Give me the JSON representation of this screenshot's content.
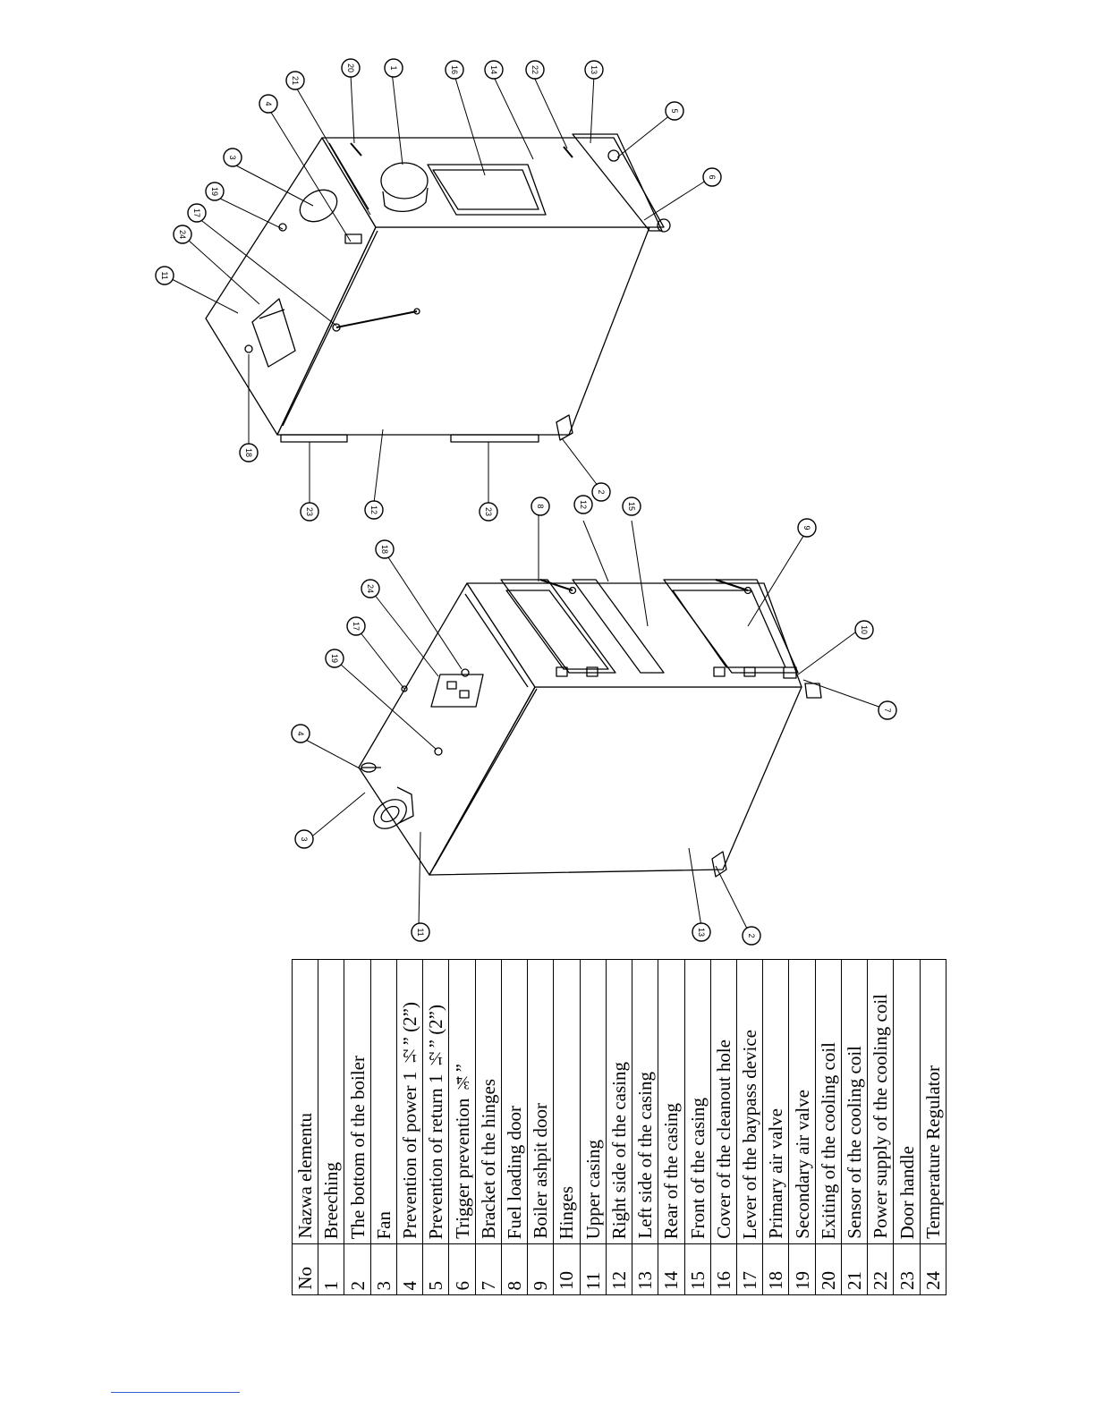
{
  "parts_table": {
    "header": {
      "no": "No",
      "name": "Nazwa elementu"
    },
    "rows": [
      {
        "no": "1",
        "name": "Breeching"
      },
      {
        "no": "2",
        "name": "The bottom of the boiler"
      },
      {
        "no": "3",
        "name": "Fan"
      },
      {
        "no": "4",
        "name": "Prevention of power 1 ½” (2”)"
      },
      {
        "no": "5",
        "name": "Prevention of return 1 ½” (2”)"
      },
      {
        "no": "6",
        "name": "Trigger prevention ¾”"
      },
      {
        "no": "7",
        "name": "Bracket  of the hinges"
      },
      {
        "no": "8",
        "name": "Fuel loading door"
      },
      {
        "no": "9",
        "name": "Boiler ashpit door"
      },
      {
        "no": "10",
        "name": "Hinges"
      },
      {
        "no": "11",
        "name": "Upper  casing"
      },
      {
        "no": "12",
        "name": "Right side of the casing"
      },
      {
        "no": "13",
        "name": "Left side of the casing"
      },
      {
        "no": "14",
        "name": "Rear of the casing"
      },
      {
        "no": "15",
        "name": "Front of the casing"
      },
      {
        "no": "16",
        "name": "Cover of the cleanout hole"
      },
      {
        "no": "17",
        "name": "Lever of the baypass device"
      },
      {
        "no": "18",
        "name": "Primary air valve"
      },
      {
        "no": "19",
        "name": "Secondary air valve"
      },
      {
        "no": "20",
        "name": "Exiting of the cooling coil"
      },
      {
        "no": "21",
        "name": "Sensor of the cooling coil"
      },
      {
        "no": "22",
        "name": "Power supply of the cooling coil"
      },
      {
        "no": "23",
        "name": "Door handle"
      },
      {
        "no": "24",
        "name": "Temperature Regulator"
      }
    ]
  },
  "front_view_callouts": [
    "11",
    "3",
    "4",
    "19",
    "17",
    "24",
    "18",
    "8",
    "12",
    "15",
    "9",
    "10",
    "7",
    "2",
    "13"
  ],
  "rear_view_callouts": [
    "18",
    "11",
    "24",
    "17",
    "19",
    "3",
    "4",
    "21",
    "20",
    "1",
    "16",
    "14",
    "22",
    "13",
    "5",
    "6",
    "2",
    "23",
    "12",
    "23"
  ]
}
